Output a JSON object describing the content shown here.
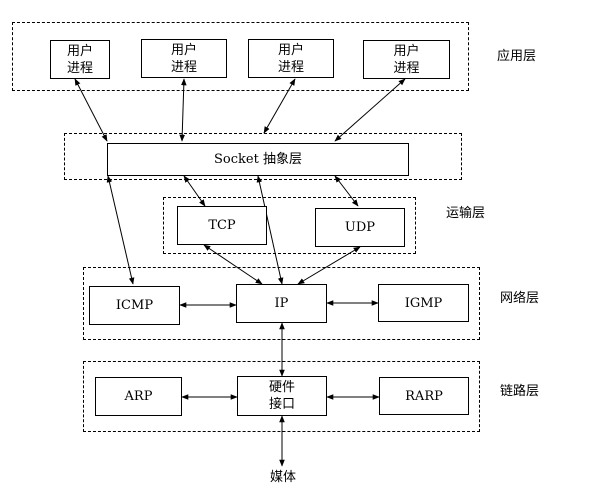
{
  "layers": {
    "application": "应用层",
    "transport": "运输层",
    "network": "网络层",
    "link": "链路层"
  },
  "boxes": {
    "user_process_1": "用户\n进程",
    "user_process_2": "用户\n进程",
    "user_process_3": "用户\n进程",
    "user_process_4": "用户\n进程",
    "socket": "Socket 抽象层",
    "tcp": "TCP",
    "udp": "UDP",
    "icmp": "ICMP",
    "ip": "IP",
    "igmp": "IGMP",
    "arp": "ARP",
    "hardware_interface": "硬件\n接口",
    "rarp": "RARP"
  },
  "media": "媒体",
  "colors": {
    "line": "#000000",
    "background": "#ffffff"
  }
}
